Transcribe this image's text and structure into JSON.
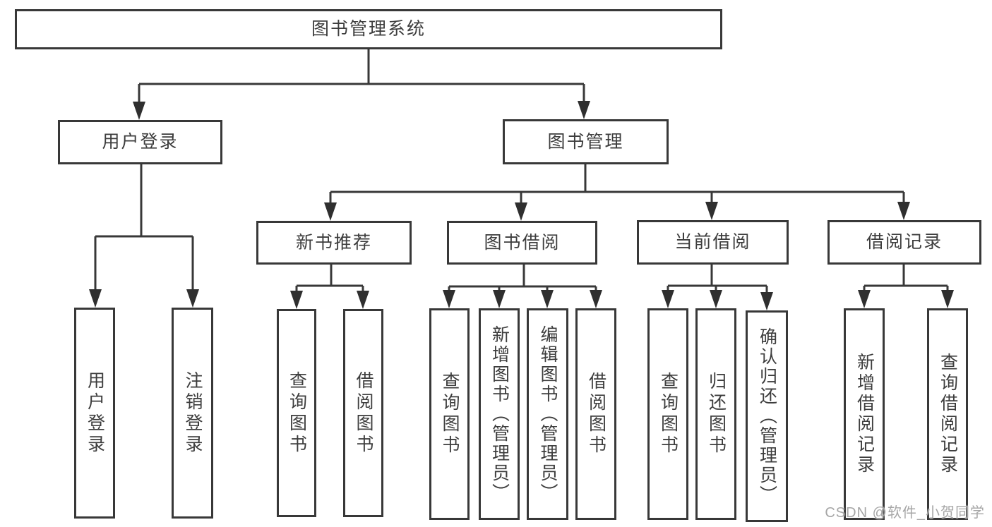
{
  "colors": {
    "line": "#383838",
    "arrow": "#2f2f2f",
    "box_border": "#383838",
    "text": "#3d3d3d",
    "background": "#ffffff",
    "watermark": "#a6a6a6"
  },
  "watermark": {
    "text": "CSDN @软件_小贺同学"
  },
  "tree": {
    "root": {
      "label": "图书管理系统"
    },
    "children": [
      {
        "label": "用户登录",
        "children": [
          {
            "label": "用户登录"
          },
          {
            "label": "注销登录"
          }
        ]
      },
      {
        "label": "图书管理",
        "children": [
          {
            "label": "新书推荐",
            "children": [
              {
                "label": "查询图书"
              },
              {
                "label": "借阅图书"
              }
            ]
          },
          {
            "label": "图书借阅",
            "children": [
              {
                "label": "查询图书"
              },
              {
                "label": "新增图书（管理员）"
              },
              {
                "label": "编辑图书（管理员）"
              },
              {
                "label": "借阅图书"
              }
            ]
          },
          {
            "label": "当前借阅",
            "children": [
              {
                "label": "查询图书"
              },
              {
                "label": "归还图书"
              },
              {
                "label": "确认归还（管理员）"
              }
            ]
          },
          {
            "label": "借阅记录",
            "children": [
              {
                "label": "新增借阅记录"
              },
              {
                "label": "查询借阅记录"
              }
            ]
          }
        ]
      }
    ]
  }
}
